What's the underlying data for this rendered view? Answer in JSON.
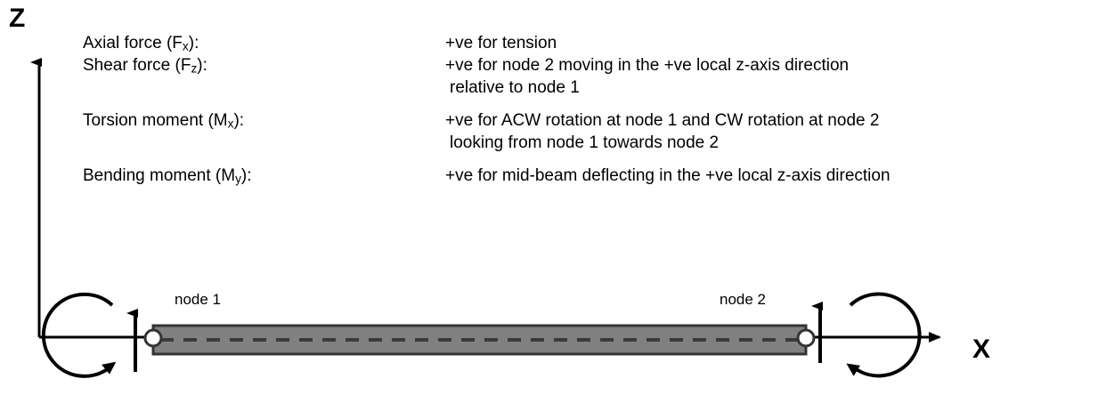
{
  "axes": {
    "z_label": "Z",
    "x_label": "X"
  },
  "legend": {
    "rows": [
      {
        "term_prefix": "Axial force (F",
        "term_sub": "x",
        "term_suffix": "):",
        "description": "+ve for tension",
        "continuation": null
      },
      {
        "term_prefix": "Shear force (F",
        "term_sub": "z",
        "term_suffix": "):",
        "description": "+ve for node 2 moving in the +ve local z-axis direction",
        "continuation": "relative to node 1"
      },
      {
        "term_prefix": "Torsion moment (M",
        "term_sub": "x",
        "term_suffix": "):",
        "description": "+ve for ACW rotation at node 1 and CW rotation at node 2",
        "continuation": "looking from node 1 towards node 2"
      },
      {
        "term_prefix": "Bending moment (M",
        "term_sub": "y",
        "term_suffix": "):",
        "description": "+ve for mid-beam deflecting in the +ve local z-axis direction",
        "continuation": null
      }
    ]
  },
  "beam": {
    "node_1_label": "node 1",
    "node_2_label": "node 2"
  },
  "colors": {
    "beam_fill": "#808080",
    "beam_stroke": "#333333",
    "line": "#000000",
    "background": "#ffffff"
  }
}
